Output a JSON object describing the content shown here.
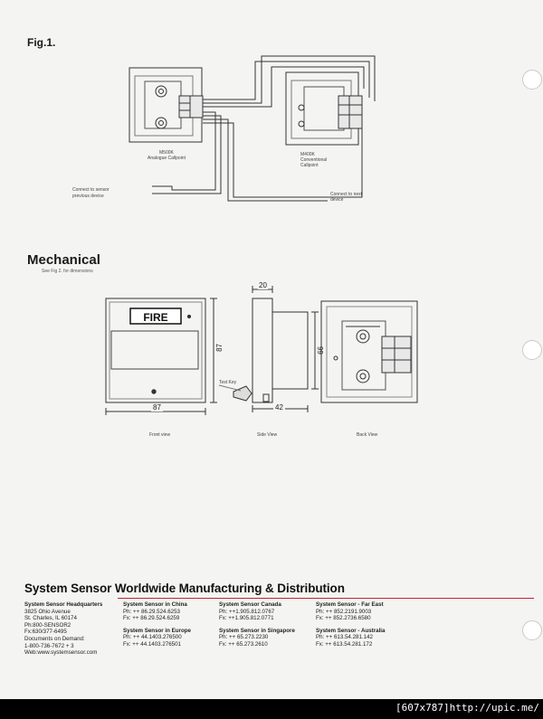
{
  "figure": {
    "title": "Fig.1.",
    "analogue_label_1": "M500K",
    "analogue_label_2": "Analogue Callpoint",
    "conventional_label_1": "M400K",
    "conventional_label_2": "Conventional",
    "conventional_label_3": "Callpoint",
    "connect_label_1": "Connect to sensor",
    "connect_label_2": "previous device",
    "next_label_1": "Connect to next",
    "next_label_2": "device"
  },
  "mechanical": {
    "title": "Mechanical",
    "subtitle": "See Fig 2. for dimensions",
    "fire_label": "FIRE",
    "dim_front_width": "87",
    "dim_front_height": "87",
    "dim_side_top": "20",
    "dim_side_height": "66",
    "dim_side_bottom": "42",
    "test_key_label": "Test Key",
    "front_view_label": "Front view",
    "side_view_label": "Side View",
    "back_view_label": "Back View"
  },
  "footer": {
    "title": "System Sensor Worldwide Manufacturing & Distribution",
    "hq": {
      "heading": "System Sensor Headquarters",
      "lines": [
        "3825 Ohio Avenue",
        "St. Charles, IL 60174",
        "Ph:800-SENSOR2",
        "Fx:630/377-6495",
        "Documents on Demand:",
        "1-800-736-7672 + 3",
        "Web:www.systemsensor.com"
      ]
    },
    "china": {
      "heading": "System Sensor in China",
      "ph": "Ph: ++ 86.29.524.6253",
      "fx": "Fx: ++ 86.29.524.6259"
    },
    "europe": {
      "heading": "System Sensor in Europe",
      "ph": "Ph: ++ 44.1403.276500",
      "fx": "Fx: ++ 44.1403.276501"
    },
    "canada": {
      "heading": "System Sensor Canada",
      "ph": "Ph: ++1.905.812.0767",
      "fx": "Fx: ++1.905.812.0771"
    },
    "singapore": {
      "heading": "System Sensor in Singapore",
      "ph": "Ph: ++ 65.273.2230",
      "fx": "Fx: ++ 65.273.2610"
    },
    "fareast": {
      "heading": "System Sensor - Far East",
      "ph": "Ph: ++ 852.2191.9003",
      "fx": "Fx: ++ 852.2736.6580"
    },
    "australia": {
      "heading": "System Sensor - Australia",
      "ph": "Ph: ++ 613.54.281.142",
      "fx": "Fx: ++ 613.54.281.172"
    }
  },
  "watermark": "[607x787]http://upic.me/",
  "colors": {
    "accent_red": "#c0252c",
    "page": "#f4f4f2"
  }
}
